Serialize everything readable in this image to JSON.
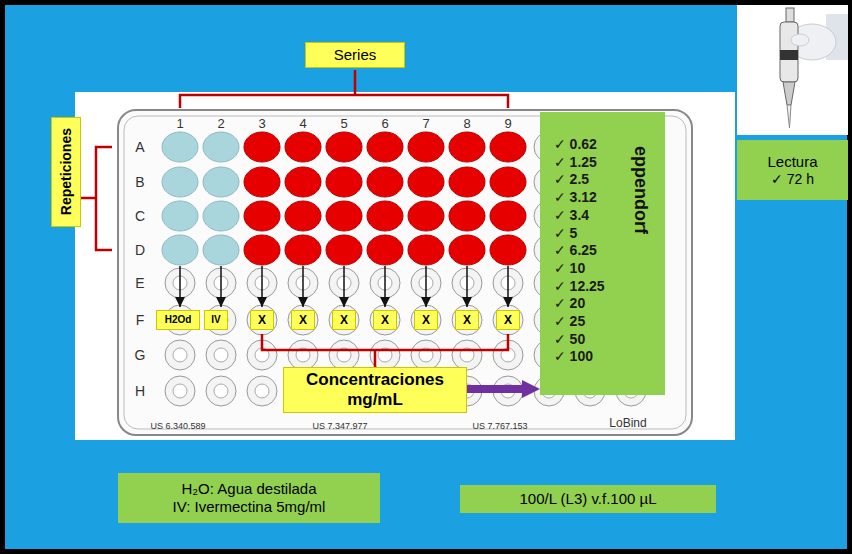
{
  "diagram": {
    "nodes": [
      {
        "text": [
          "Series"
        ]
      },
      {
        "text": [
          "Repeticiones"
        ]
      },
      {
        "text": [
          "Lectura",
          "✓ 72 h"
        ]
      },
      {
        "text": [
          "✓ 0.62",
          "✓ 1.25",
          "✓ 2.5",
          "✓ 3.12",
          "✓ 3.4",
          "✓ 5",
          "✓ 6.25",
          "✓ 10",
          "✓ 12.25",
          "✓ 20",
          "✓ 25",
          "✓ 50",
          "✓ 100",
          "eppendorf"
        ]
      },
      {
        "text": [
          "H2Od"
        ]
      },
      {
        "text": [
          "IV"
        ]
      },
      {
        "text": [
          "X"
        ]
      },
      {
        "text": [
          "X"
        ]
      },
      {
        "text": [
          "X"
        ]
      },
      {
        "text": [
          "X"
        ]
      },
      {
        "text": [
          "X"
        ]
      },
      {
        "text": [
          "X"
        ]
      },
      {
        "text": [
          "X"
        ]
      },
      {
        "text": [
          "Concentraciones mg/mL"
        ]
      },
      {
        "text": [
          "H₂O: Agua destilada",
          "IV: Ivermectina 5mg/ml"
        ]
      },
      {
        "text": [
          "100/L (L3) v.f.100 µL"
        ]
      }
    ],
    "edges": [
      {
        "from": 13,
        "to": 3,
        "arrow": "to"
      }
    ],
    "labels": [
      "1",
      "2",
      "3",
      "4",
      "5",
      "6",
      "7",
      "8",
      "9",
      "A",
      "B",
      "C",
      "D",
      "E",
      "F",
      "G",
      "H",
      "US 6.340.589",
      "US 7.347.977",
      "US 7.767.153",
      "LoBind"
    ]
  }
}
